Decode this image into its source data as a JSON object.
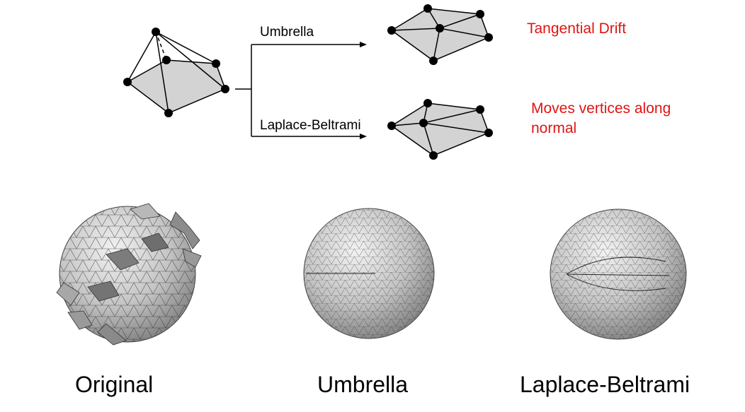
{
  "diagram": {
    "branches": [
      {
        "label": "Umbrella",
        "note": "Tangential Drift"
      },
      {
        "label": "Laplace-Beltrami",
        "note_lines": [
          "Moves vertices along",
          "normal"
        ]
      }
    ],
    "colors": {
      "note": "#e01414",
      "face_fill": "#d3d3d3",
      "edge": "#000000"
    }
  },
  "spheres": [
    {
      "caption": "Original"
    },
    {
      "caption": "Umbrella"
    },
    {
      "caption": "Laplace-Beltrami"
    }
  ]
}
